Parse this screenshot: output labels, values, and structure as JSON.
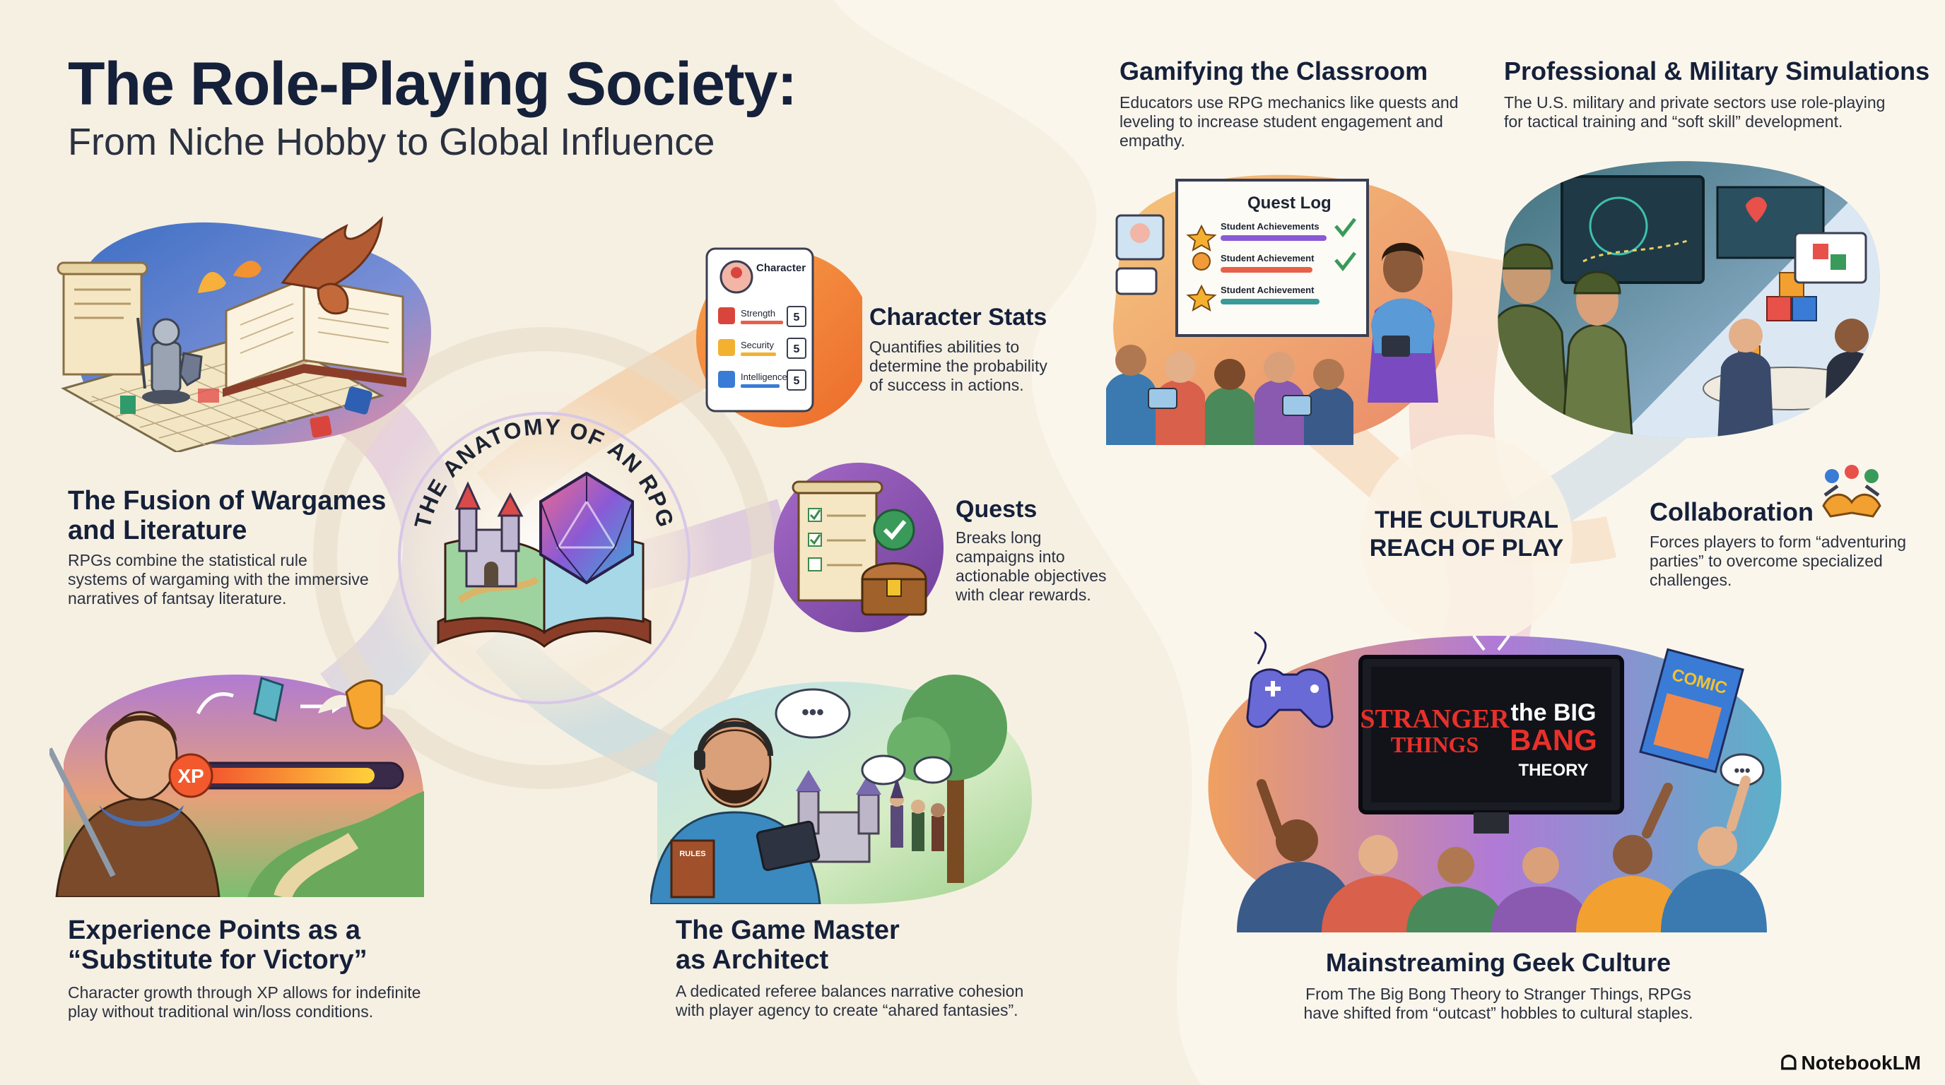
{
  "header": {
    "title": "The Role-Playing Society:",
    "subtitle": "From Niche Hobby to Global Influence"
  },
  "anatomy": {
    "ring_label": "THE ANATOMY OF AN RPG"
  },
  "cultural": {
    "hub_label_line1": "THE CULTURAL",
    "hub_label_line2": "REACH OF PLAY"
  },
  "sections": {
    "fusion": {
      "title_line1": "The Fusion of Wargames",
      "title_line2": "and Literature",
      "body_line1": "RPGs combine the statistical rule",
      "body_line2": "systems of wargaming with the immersive",
      "body_line3": "narratives of fantsay literature."
    },
    "xp": {
      "title_line1": "Experience Points as a",
      "title_line2": "“Substitute for Victory”",
      "body_line1": "Character growth through XP allows for indefinite",
      "body_line2": "play without traditional win/loss conditions.",
      "badge": "XP"
    },
    "stats": {
      "title": "Character Stats",
      "body_line1": "Quantifies abilities to",
      "body_line2": "determine the probability",
      "body_line3": "of success in actions.",
      "card_header": "Character",
      "rows": [
        {
          "label": "Strength",
          "value": "5"
        },
        {
          "label": "Security",
          "value": "5"
        },
        {
          "label": "Intelligence",
          "value": "5"
        }
      ]
    },
    "quests": {
      "title": "Quests",
      "body_line1": "Breaks long",
      "body_line2": "campaigns into",
      "body_line3": "actionable objectives",
      "body_line4": "with clear rewards."
    },
    "gm": {
      "title_line1": "The Game Master",
      "title_line2": "as Architect",
      "body_line1": "A dedicated referee balances narrative cohesion",
      "body_line2": "with player agency to create “ahared fantasies”.",
      "book_label": "RULES"
    },
    "classroom": {
      "title": "Gamifying the Classroom",
      "body_line1": "Educators use RPG mechanics like quests and",
      "body_line2": "leveling to increase student engagement and",
      "body_line3": "empathy.",
      "board_title": "Quest Log",
      "board_rows": [
        "Student Achievements",
        "Student Achievement",
        "Student Achievement"
      ]
    },
    "military": {
      "title": "Professional & Military Simulations",
      "body_line1": "The U.S. military and private sectors use role-playing",
      "body_line2": "for tactical training and “soft skill” development."
    },
    "collaboration": {
      "title": "Collaboration",
      "body_line1": "Forces players to form “adventuring",
      "body_line2": "parties” to overcome specialized",
      "body_line3": "challenges."
    },
    "geek": {
      "title": "Mainstreaming Geek Culture",
      "body_line1": "From The Big Bong Theory to Stranger Things, RPGs",
      "body_line2": "have shifted from “outcast” hobbles to cultural staples.",
      "screen_left_1": "STRANGER",
      "screen_left_2": "THINGS",
      "screen_right_1": "the BIG",
      "screen_right_2": "BANG",
      "screen_right_3": "THEORY",
      "comic": "COMIC"
    }
  },
  "footer": {
    "brand": "NotebookLM"
  },
  "colors": {
    "background": "#f6f0e3",
    "title": "#15203a",
    "orange": "#ef7d2d",
    "purple": "#8b4fa8",
    "blue": "#3a7bd5",
    "teal": "#3f9aa6"
  },
  "icons": [
    "dragon-icon",
    "knight-icon",
    "dice-icon",
    "scroll-icon",
    "d20-icon",
    "castle-icon",
    "checkbox-icon",
    "treasure-chest-icon",
    "headset-icon",
    "tablet-icon",
    "star-icon",
    "checkmark-icon",
    "soldier-icon",
    "map-icon",
    "cubes-icon",
    "handshake-icon",
    "gamepad-icon",
    "tv-icon"
  ]
}
